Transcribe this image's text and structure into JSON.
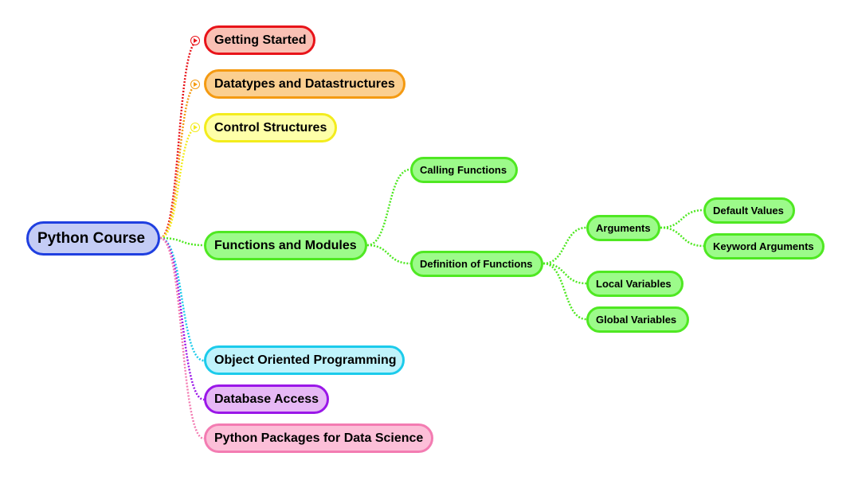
{
  "colors": {
    "root": {
      "fill": "#c4ccf5",
      "border": "#1f3fe0"
    },
    "getting_started": {
      "fill": "#f9c0b4",
      "border": "#e8141a"
    },
    "datatypes": {
      "fill": "#fbcf90",
      "border": "#f49a12"
    },
    "control": {
      "fill": "#feffa8",
      "border": "#f3ec1d"
    },
    "functions": {
      "fill": "#9cfb8a",
      "border": "#4fe822"
    },
    "oop": {
      "fill": "#bff3fb",
      "border": "#1ccbeb"
    },
    "database": {
      "fill": "#e6b8f5",
      "border": "#9a17e8"
    },
    "packages": {
      "fill": "#fcbfd8",
      "border": "#f37cb2"
    }
  },
  "mindmap": {
    "root": {
      "label": "Python Course"
    },
    "branches": [
      {
        "label": "Getting Started",
        "collapsed": true,
        "toggle_icon": "collapsed-branch-icon"
      },
      {
        "label": "Datatypes and Datastructures",
        "collapsed": true,
        "toggle_icon": "collapsed-branch-icon"
      },
      {
        "label": "Control Structures",
        "collapsed": true,
        "toggle_icon": "collapsed-branch-icon"
      },
      {
        "label": "Functions and Modules",
        "children": [
          {
            "label": "Calling Functions"
          },
          {
            "label": "Definition of Functions",
            "children": [
              {
                "label": "Arguments",
                "children": [
                  {
                    "label": "Default Values"
                  },
                  {
                    "label": "Keyword Arguments"
                  }
                ]
              },
              {
                "label": "Local Variables"
              },
              {
                "label": "Global Variables"
              }
            ]
          }
        ]
      },
      {
        "label": "Object Oriented Programming"
      },
      {
        "label": "Database Access"
      },
      {
        "label": "Python Packages for Data Science"
      }
    ]
  }
}
